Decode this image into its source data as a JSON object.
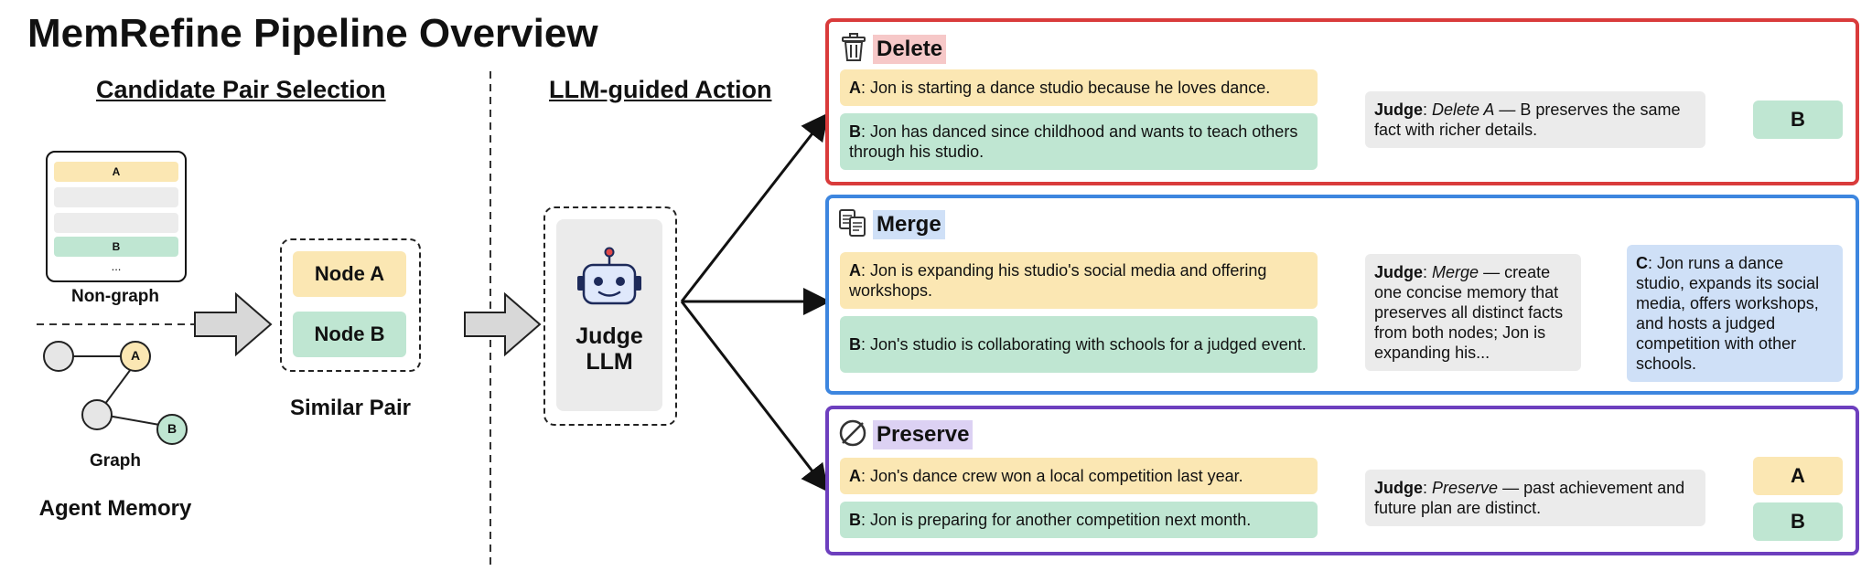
{
  "title": "MemRefine Pipeline Overview",
  "sections": {
    "candidate": "Candidate Pair Selection",
    "action": "LLM-guided Action"
  },
  "memory": {
    "nongraph_label": "Non-graph",
    "graph_label": "Graph",
    "agent_memory_label": "Agent Memory",
    "rows": [
      "A",
      "",
      "",
      "B"
    ],
    "more": "...",
    "graph_nodes": [
      "A",
      "B"
    ]
  },
  "pair": {
    "node_a": "Node A",
    "node_b": "Node B",
    "caption": "Similar Pair"
  },
  "judge_llm": {
    "line1": "Judge",
    "line2": "LLM"
  },
  "delete": {
    "title": "Delete",
    "a_key": "A",
    "a_text": ": Jon is starting a dance studio because he loves dance.",
    "b_key": "B",
    "b_text": ": Jon has danced since childhood and wants to teach others through his studio.",
    "judge_key": "Judge",
    "judge_sep": ": ",
    "judge_action": "Delete A",
    "judge_text": " — B preserves the same fact with richer details.",
    "result": "B"
  },
  "merge": {
    "title": "Merge",
    "a_key": "A",
    "a_text": ": Jon is expanding his studio's social media and offering workshops.",
    "b_key": "B",
    "b_text": ": Jon's studio is collaborating with schools for a judged event.",
    "judge_key": "Judge",
    "judge_sep": ": ",
    "judge_action": "Merge",
    "judge_text": " — create one concise memory that preserves all distinct facts from both nodes; Jon is expanding his...",
    "result_key": "C",
    "result_text": ": Jon runs a dance studio, expands its social media, offers workshops, and hosts a judged competition with other schools."
  },
  "preserve": {
    "title": "Preserve",
    "a_key": "A",
    "a_text": ": Jon's dance crew won a local competition last year.",
    "b_key": "B",
    "b_text": ": Jon is preparing for another competition next month.",
    "judge_key": "Judge",
    "judge_sep": ": ",
    "judge_action": "Preserve",
    "judge_text": " — past achievement and future plan are distinct.",
    "result_a": "A",
    "result_b": "B"
  },
  "colors": {
    "delete": "#d93b3b",
    "merge": "#3d86df",
    "preserve": "#6d3fbe",
    "node_a": "#fbe7b3",
    "node_b": "#bfe6d2",
    "judge": "#ebebeb"
  },
  "icons": [
    "trash-icon",
    "documents-icon",
    "prohibited-icon",
    "robot-icon"
  ]
}
